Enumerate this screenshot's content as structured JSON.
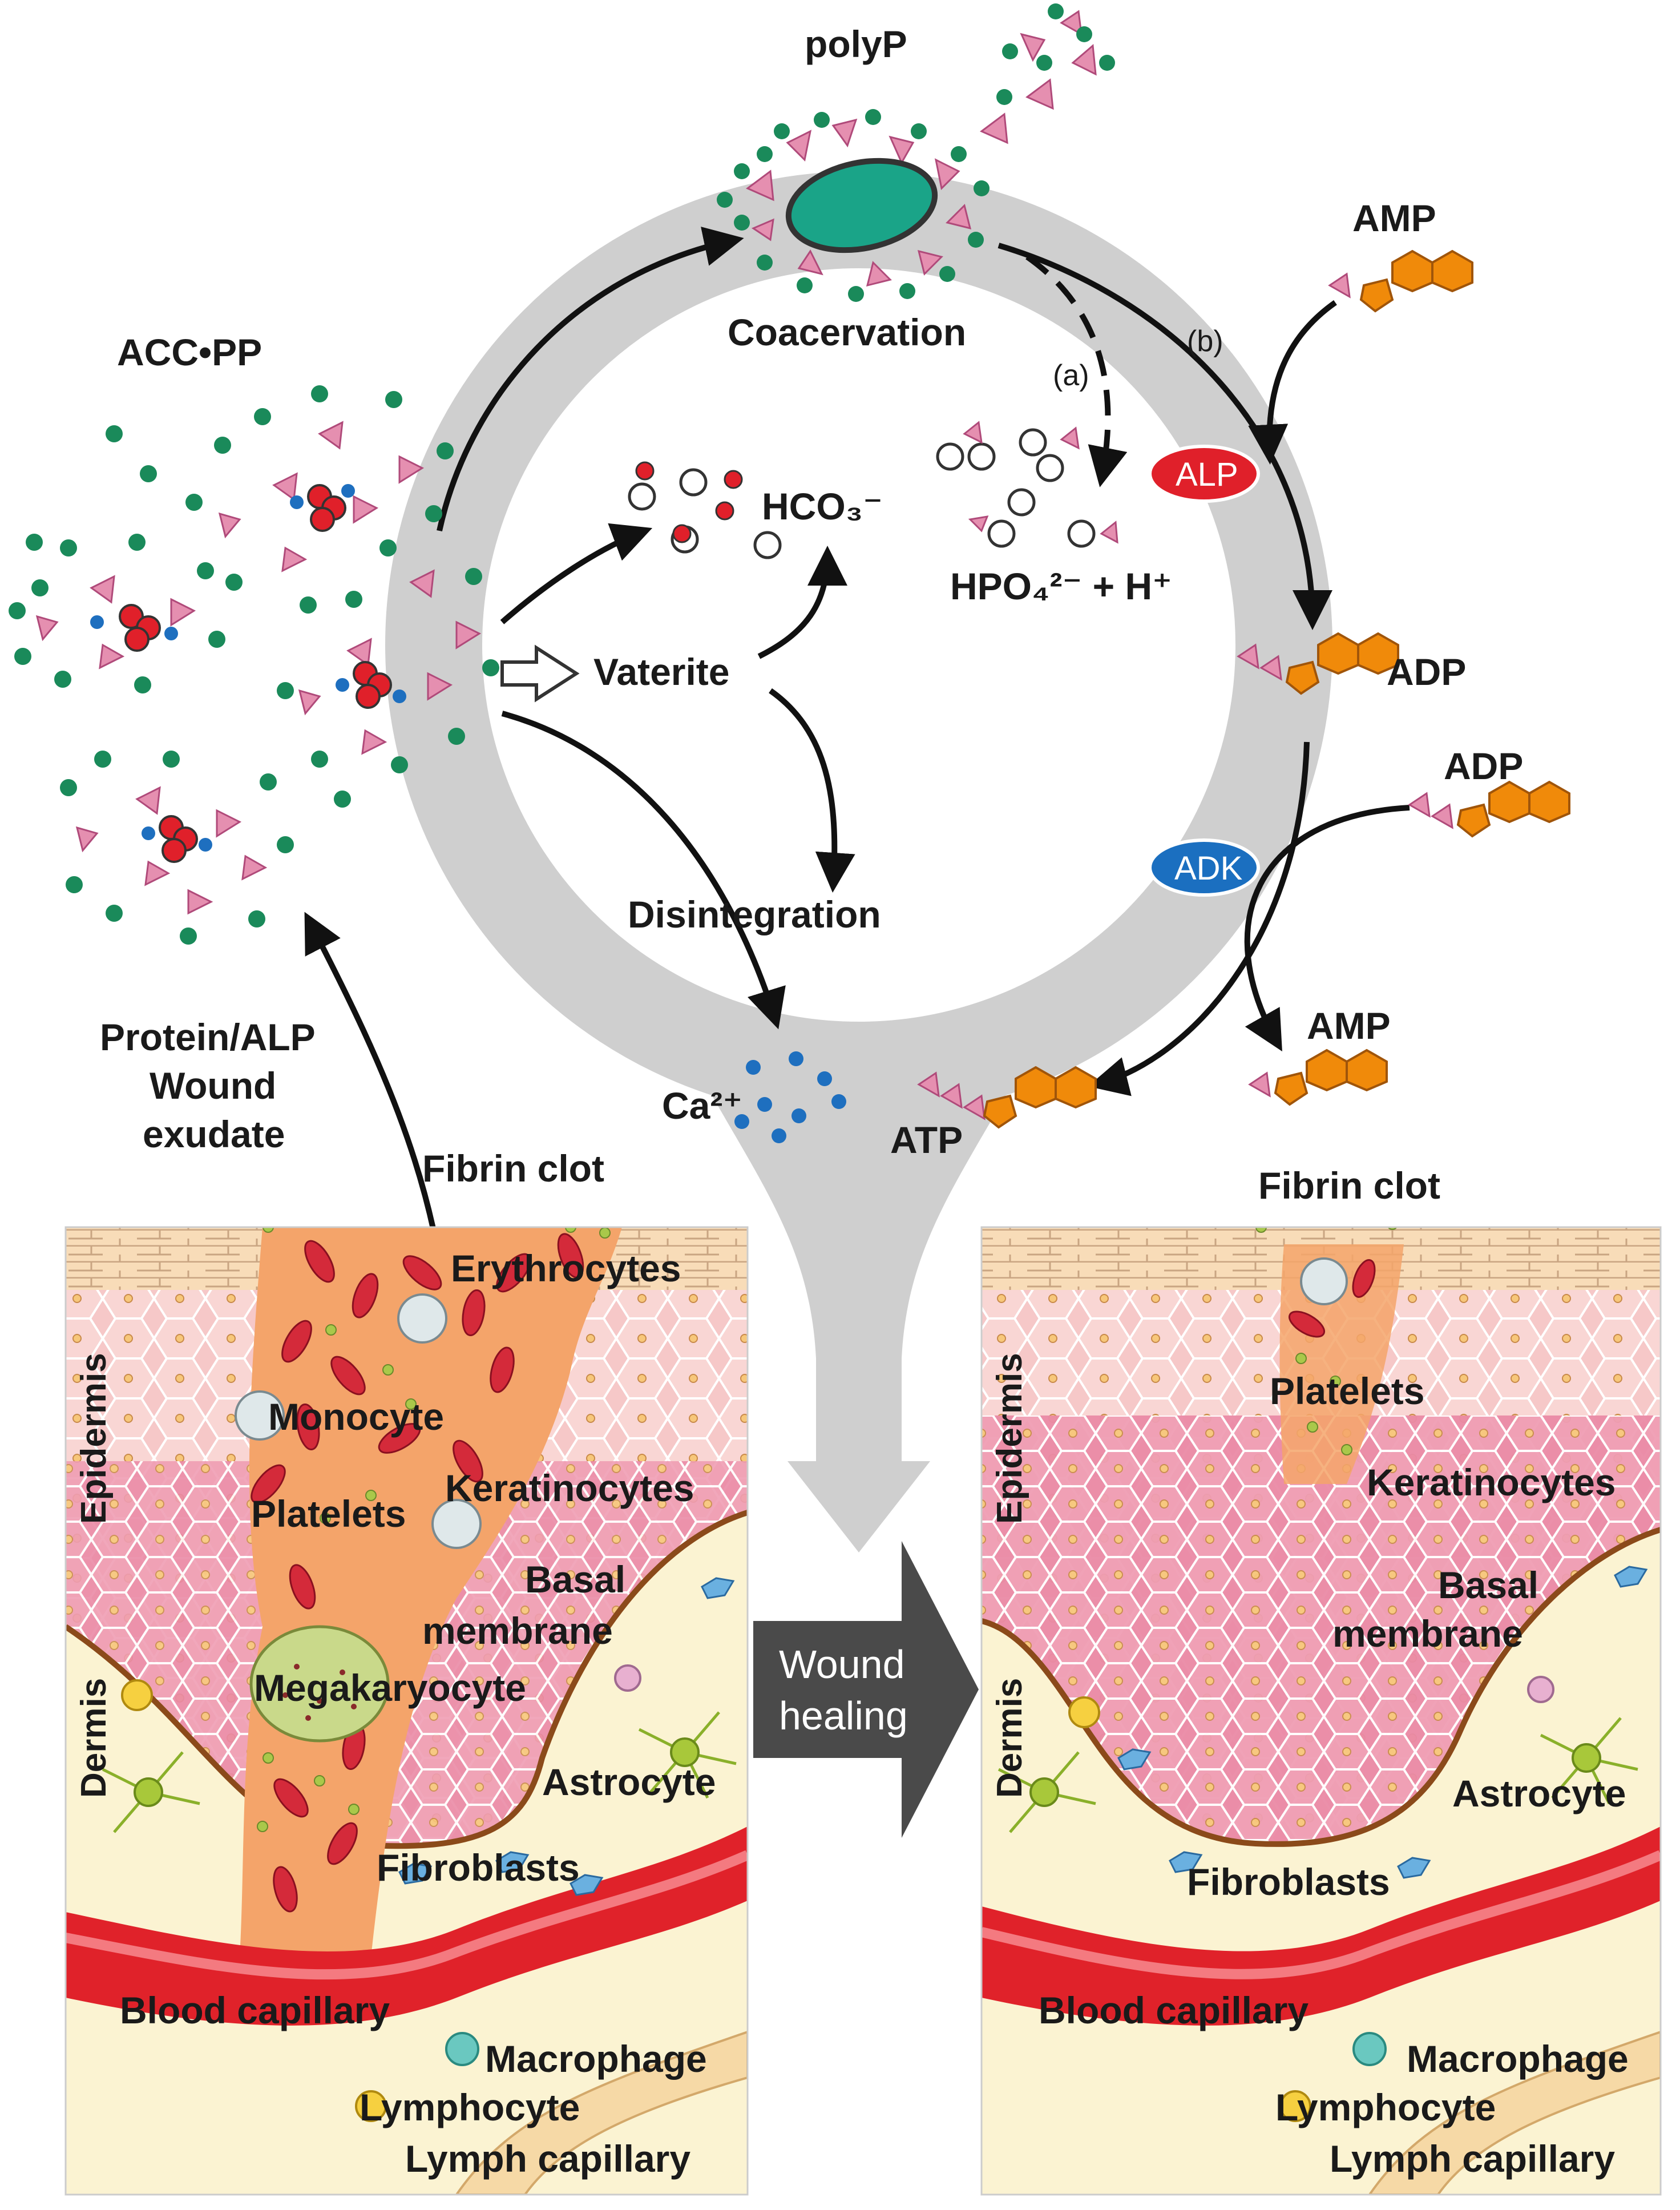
{
  "cycle": {
    "polyp": "polyP",
    "coacervation": "Coacervation",
    "acc_pp": "ACC•PP",
    "vaterite": "Vaterite",
    "disintegration": "Disintegration",
    "hco3": "HCO₃⁻",
    "hpo4": "HPO₄²⁻ + H⁺",
    "step_a": "(a)",
    "step_b": "(b)",
    "ca": "Ca²⁺"
  },
  "nucleotides": {
    "amp_top": "AMP",
    "adp_right": "ADP",
    "adp_input": "ADP",
    "amp_output": "AMP",
    "atp": "ATP"
  },
  "enzymes": {
    "alp": "ALP",
    "adk": "ADK"
  },
  "exudate": {
    "line1": "Protein/ALP",
    "line2": "Wound",
    "line3": "exudate"
  },
  "transition": {
    "line1": "Wound",
    "line2": "healing"
  },
  "left_panel": {
    "fibrin_clot": "Fibrin clot",
    "erythrocytes": "Erythrocytes",
    "monocyte": "Monocyte",
    "platelets": "Platelets",
    "keratinocytes": "Keratinocytes",
    "basal_line1": "Basal",
    "basal_line2": "membrane",
    "megakaryocyte": "Megakaryocyte",
    "astrocyte": "Astrocyte",
    "fibroblasts": "Fibroblasts",
    "blood_capillary": "Blood capillary",
    "macrophage": "Macrophage",
    "lymphocyte": "Lymphocyte",
    "lymph_capillary": "Lymph capillary",
    "epidermis": "Epidermis",
    "dermis": "Dermis"
  },
  "right_panel": {
    "fibrin_clot": "Fibrin clot",
    "platelets": "Platelets",
    "keratinocytes": "Keratinocytes",
    "basal_line1": "Basal",
    "basal_line2": "membrane",
    "astrocyte": "Astrocyte",
    "fibroblasts": "Fibroblasts",
    "blood_capillary": "Blood capillary",
    "macrophage": "Macrophage",
    "lymphocyte": "Lymphocyte",
    "lymph_capillary": "Lymph capillary",
    "epidermis": "Epidermis",
    "dermis": "Dermis"
  },
  "colors": {
    "ring": "#cfcfcf",
    "polyp_green": "#1a8a5a",
    "polyp_pink": "#e58fb0",
    "alp_red": "#e0202a",
    "adk_blue": "#1b6fc0",
    "nucleotide_orange": "#f08a0a",
    "epidermis_pink": "#f2b2b8",
    "dermis_cream": "#fbf3d2",
    "wound_orange": "#f4a46a",
    "blood_red": "#e0222a",
    "arrow_dark": "#4a4a4a"
  }
}
